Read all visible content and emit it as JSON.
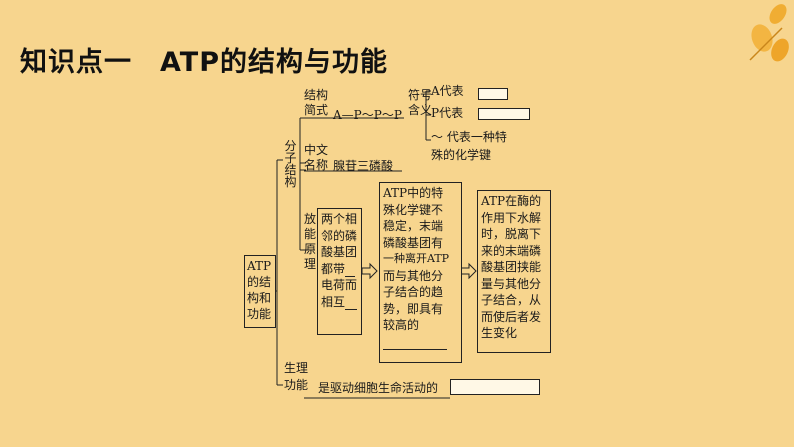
{
  "title": "知识点一　ATP的结构与功能",
  "root": "ATP的结构和功能",
  "branches": {
    "molecular": "分子结构",
    "physiological": "生理功能"
  },
  "molecular_items": {
    "structure_label_1": "结构",
    "structure_label_2": "简式",
    "formula": "A—P～P～P",
    "symbol_label_1": "符号",
    "symbol_label_2": "含义",
    "a_stands": "A代表",
    "p_stands": "P代表",
    "tilde_desc_1": "～ 代表一种特",
    "tilde_desc_2": "殊的化学键",
    "cn_label_1": "中文",
    "cn_label_2": "名称",
    "cn_name": "腺苷三磷酸",
    "energy_label": "放能原理"
  },
  "box1": "两个相邻的磷酸基团都带＿电荷而相互＿",
  "box1_lines": [
    "两个相",
    "邻的磷",
    "酸基团",
    "都带",
    "电荷而",
    "相互"
  ],
  "box2_lines": [
    "ATP中的特",
    "殊化学键不",
    "稳定，末端",
    "磷酸基团有",
    "一种离开ATP",
    "而与其他分",
    "子结合的趋",
    "势，即具有",
    "较高的"
  ],
  "box3_lines": [
    "ATP在酶的",
    "作用下水解",
    "时，脱离下",
    "来的末端磷",
    "酸基团挟能",
    "量与其他分",
    "子结合，从",
    "而使后者发",
    "生变化"
  ],
  "function_text": "是驱动细胞生命活动的"
}
